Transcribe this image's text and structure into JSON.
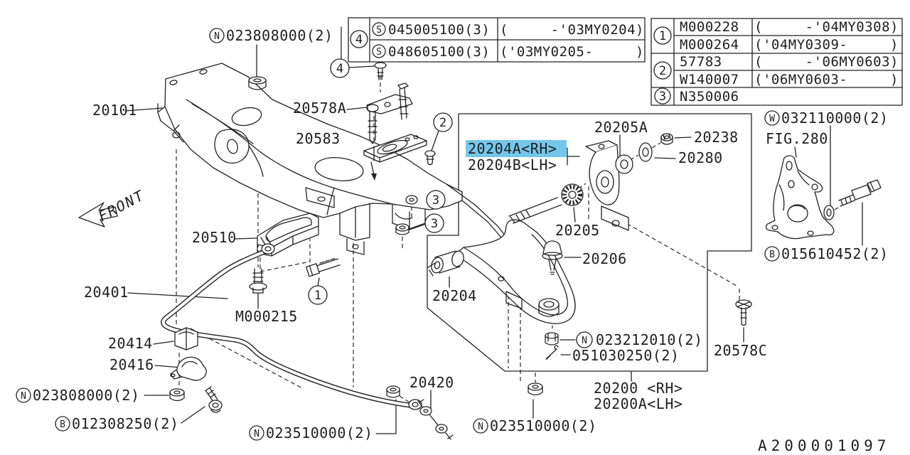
{
  "colors": {
    "ink": "#222222",
    "highlight": "#74c7ea",
    "background": "#ffffff"
  },
  "drawing_number": "A200001097",
  "front_label": "FRONT",
  "prefixes": {
    "n": "N",
    "b": "B",
    "w": "W",
    "s": "S"
  },
  "refs": {
    "r1": "1",
    "r2": "2",
    "r3": "3",
    "r4": "4"
  },
  "option_table": {
    "ref": "4",
    "rows": [
      {
        "prefix": "S",
        "part": "045005100(3)",
        "range": "(     -'03MY0204)"
      },
      {
        "prefix": "S",
        "part": "048605100(3)",
        "range": "('03MY0205-     )"
      }
    ]
  },
  "ref_table": {
    "ref1": "1",
    "ref2": "2",
    "ref3": "3",
    "rows": [
      {
        "part": "M000228",
        "range": "(     -'04MY0308)"
      },
      {
        "part": "M000264",
        "range": "('04MY0309-     )"
      },
      {
        "part": "57783",
        "range": "(     -'06MY0603)"
      },
      {
        "part": "W140007",
        "range": "('06MY0603-     )"
      },
      {
        "part": "N350006",
        "range": ""
      }
    ]
  },
  "callouts": {
    "n023808000_top": "023808000(2)",
    "c20101": "20101",
    "c20578a": "20578A",
    "c20583": "20583",
    "c20510": "20510",
    "c20401": "20401",
    "m000215": "M000215",
    "c20414": "20414",
    "c20416": "20416",
    "n023808000_bottom": "023808000(2)",
    "b012308250": "012308250(2)",
    "n023510000_left": "023510000(2)",
    "c20420": "20420",
    "c20204": "20204",
    "c20205": "20205",
    "c20205a": "20205A",
    "c20206": "20206",
    "c20204a_rh": "20204A<RH>",
    "c20204b_lh": "20204B<LH>",
    "c20238": "20238",
    "c20280": "20280",
    "n023212010": "023212010(2)",
    "c051030250": "051030250(2)",
    "c20200_rh": "20200 <RH>",
    "c20200a_lh": "20200A<LH>",
    "n023510000_right": "023510000(2)",
    "c20578c": "20578C",
    "w032110000": "032110000(2)",
    "fig280": "FIG.280",
    "b015610452": "015610452(2)"
  }
}
